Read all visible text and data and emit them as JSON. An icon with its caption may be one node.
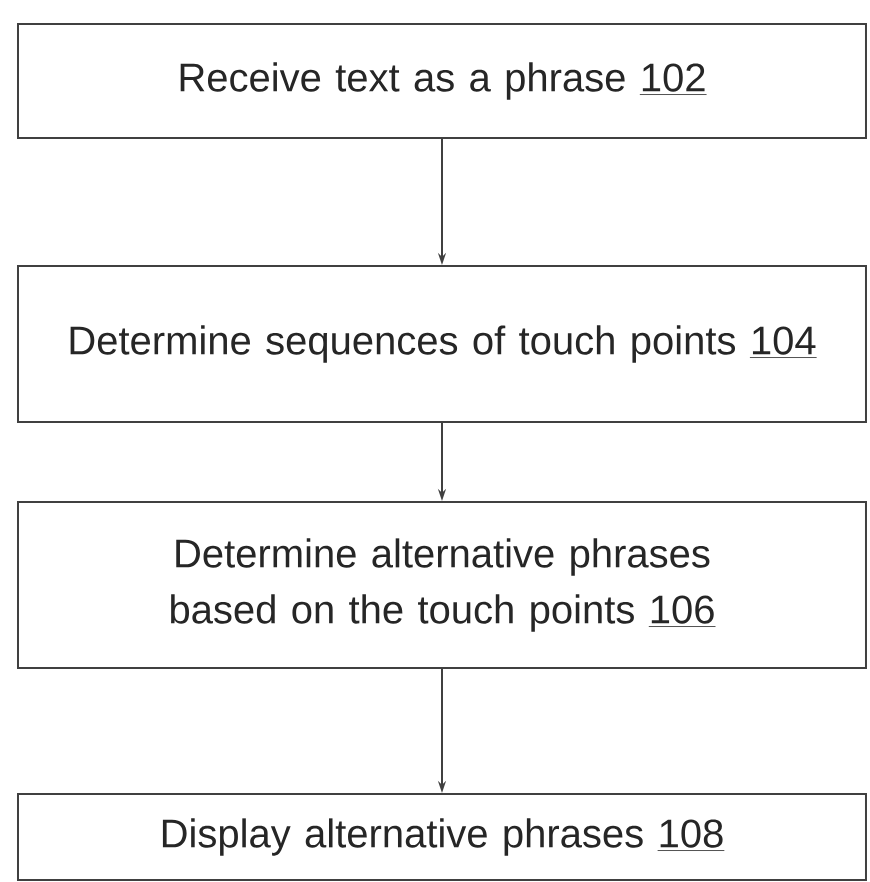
{
  "diagram": {
    "nodes": [
      {
        "text": [
          "Receive text as a phrase",
          "102"
        ]
      },
      {
        "text": [
          "Determine sequences of touch points",
          "104"
        ]
      },
      {
        "text": [
          "Determine alternative phrases based on the touch points",
          "106"
        ]
      },
      {
        "text": [
          "Display alternative phrases",
          "108"
        ]
      }
    ],
    "edges": [
      {
        "from": 0,
        "to": 1,
        "arrow": "to"
      },
      {
        "from": 1,
        "to": 2,
        "arrow": "to"
      },
      {
        "from": 2,
        "to": 3,
        "arrow": "to"
      }
    ]
  }
}
